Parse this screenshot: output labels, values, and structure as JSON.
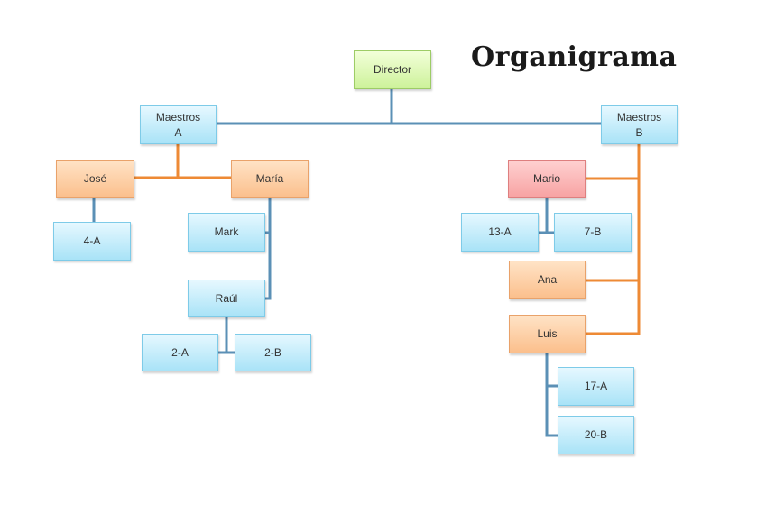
{
  "title": "Organigrama",
  "colors": {
    "blue_line": "#5b90b6",
    "orange_line": "#ee8a35"
  },
  "nodes": {
    "director": "Director",
    "maestros_a_l1": "Maestros",
    "maestros_a_l2": "A",
    "maestros_b_l1": "Maestros",
    "maestros_b_l2": "B",
    "jose": "José",
    "maria": "María",
    "g4a": "4-A",
    "mark": "Mark",
    "raul": "Raúl",
    "g2a": "2-A",
    "g2b": "2-B",
    "mario": "Mario",
    "g13a": "13-A",
    "g7b": "7-B",
    "ana": "Ana",
    "luis": "Luis",
    "g17a": "17-A",
    "g20b": "20-B"
  }
}
